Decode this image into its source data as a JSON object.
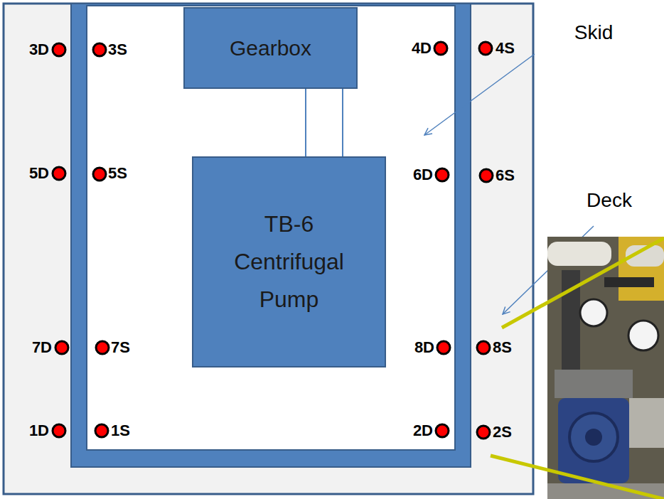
{
  "diagram": {
    "nodes": [
      {
        "text": [
          "Gearbox"
        ]
      },
      {
        "text": [
          "TB-6 Centrifugal Pump"
        ]
      }
    ],
    "edges": [
      {
        "from": 0,
        "to": 1,
        "arrow": "none"
      }
    ],
    "labels": [
      "3D",
      "3S",
      "4D",
      "4S",
      "Skid",
      "5D",
      "5S",
      "6D",
      "6S",
      "Deck",
      "7D",
      "7S",
      "8D",
      "8S",
      "1D",
      "1S",
      "2D",
      "2S"
    ]
  }
}
